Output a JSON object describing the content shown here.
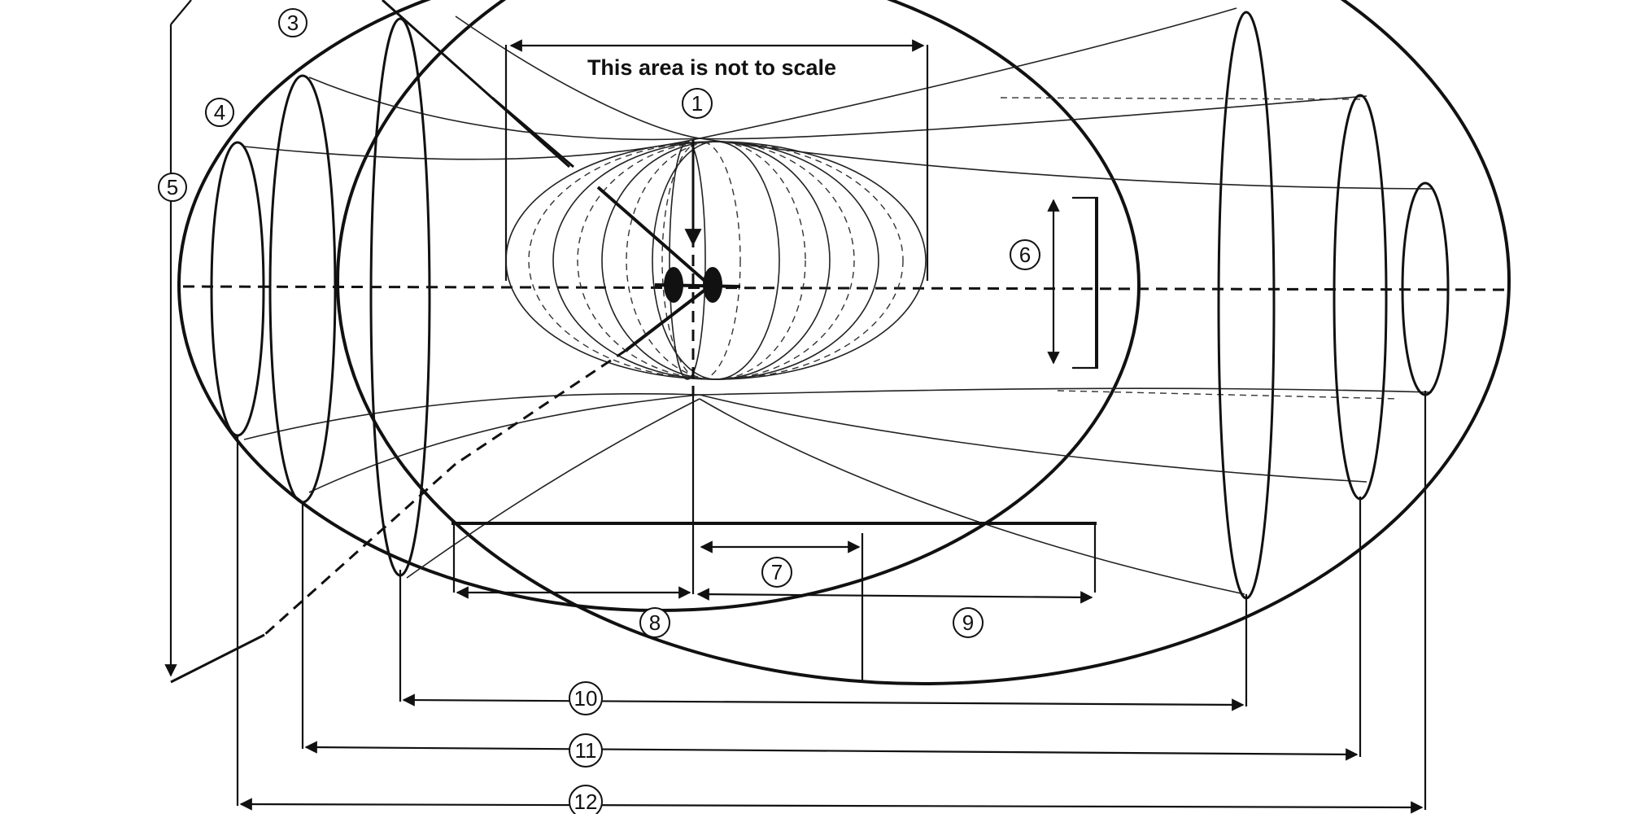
{
  "diagram": {
    "caption": "This area is not to scale",
    "labels": [
      {
        "id": "1",
        "text": "1"
      },
      {
        "id": "3",
        "text": "3"
      },
      {
        "id": "4",
        "text": "4"
      },
      {
        "id": "5",
        "text": "5"
      },
      {
        "id": "6",
        "text": "6"
      },
      {
        "id": "7",
        "text": "7"
      },
      {
        "id": "8",
        "text": "8"
      },
      {
        "id": "9",
        "text": "9"
      },
      {
        "id": "10",
        "text": "10"
      },
      {
        "id": "11",
        "text": "11"
      },
      {
        "id": "12",
        "text": "12"
      }
    ],
    "colors": {
      "ink": "#111111",
      "background": "#ffffff"
    }
  }
}
